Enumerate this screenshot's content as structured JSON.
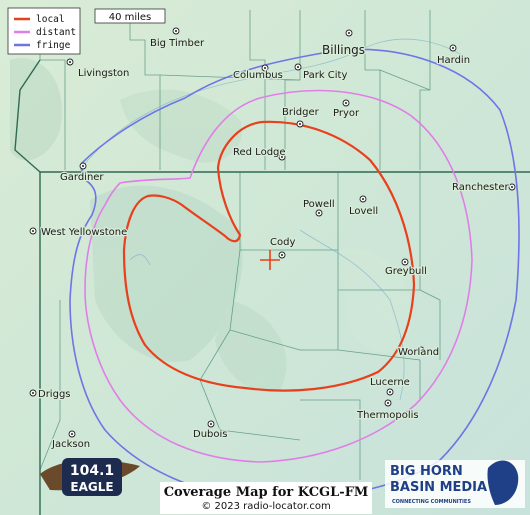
{
  "legend": {
    "items": [
      {
        "label": "local",
        "color": "#e8401c"
      },
      {
        "label": "distant",
        "color": "#e07ee8"
      },
      {
        "label": "fringe",
        "color": "#6f74e6"
      }
    ]
  },
  "scale": {
    "label": "40 miles"
  },
  "towns": [
    {
      "name": "Big Timber"
    },
    {
      "name": "Billings",
      "size": "big"
    },
    {
      "name": "Hardin"
    },
    {
      "name": "Livingston"
    },
    {
      "name": "Columbus"
    },
    {
      "name": "Park City"
    },
    {
      "name": "Bridger"
    },
    {
      "name": "Pryor"
    },
    {
      "name": "Red Lodge"
    },
    {
      "name": "Gardiner"
    },
    {
      "name": "Ranchester"
    },
    {
      "name": "West Yellowstone"
    },
    {
      "name": "Powell"
    },
    {
      "name": "Lovell"
    },
    {
      "name": "Cody"
    },
    {
      "name": "Greybull"
    },
    {
      "name": "Worland"
    },
    {
      "name": "Lucerne"
    },
    {
      "name": "Thermopolis"
    },
    {
      "name": "Driggs"
    },
    {
      "name": "Jackson"
    },
    {
      "name": "Dubois"
    }
  ],
  "caption": {
    "title": "Coverage Map for KCGL-FM",
    "credit": "© 2023 radio-locator.com"
  },
  "logos": {
    "station": {
      "line1": "104.1",
      "line2": "EAGLE"
    },
    "media": {
      "line1": "BIG HORN",
      "line2": "BASIN MEDIA",
      "tagline": "CONNECTING COMMUNITIES"
    }
  },
  "colors": {
    "terrain": "#cfe8d2",
    "state_border": "#2f6a52",
    "county_border": "#4d8f78"
  }
}
